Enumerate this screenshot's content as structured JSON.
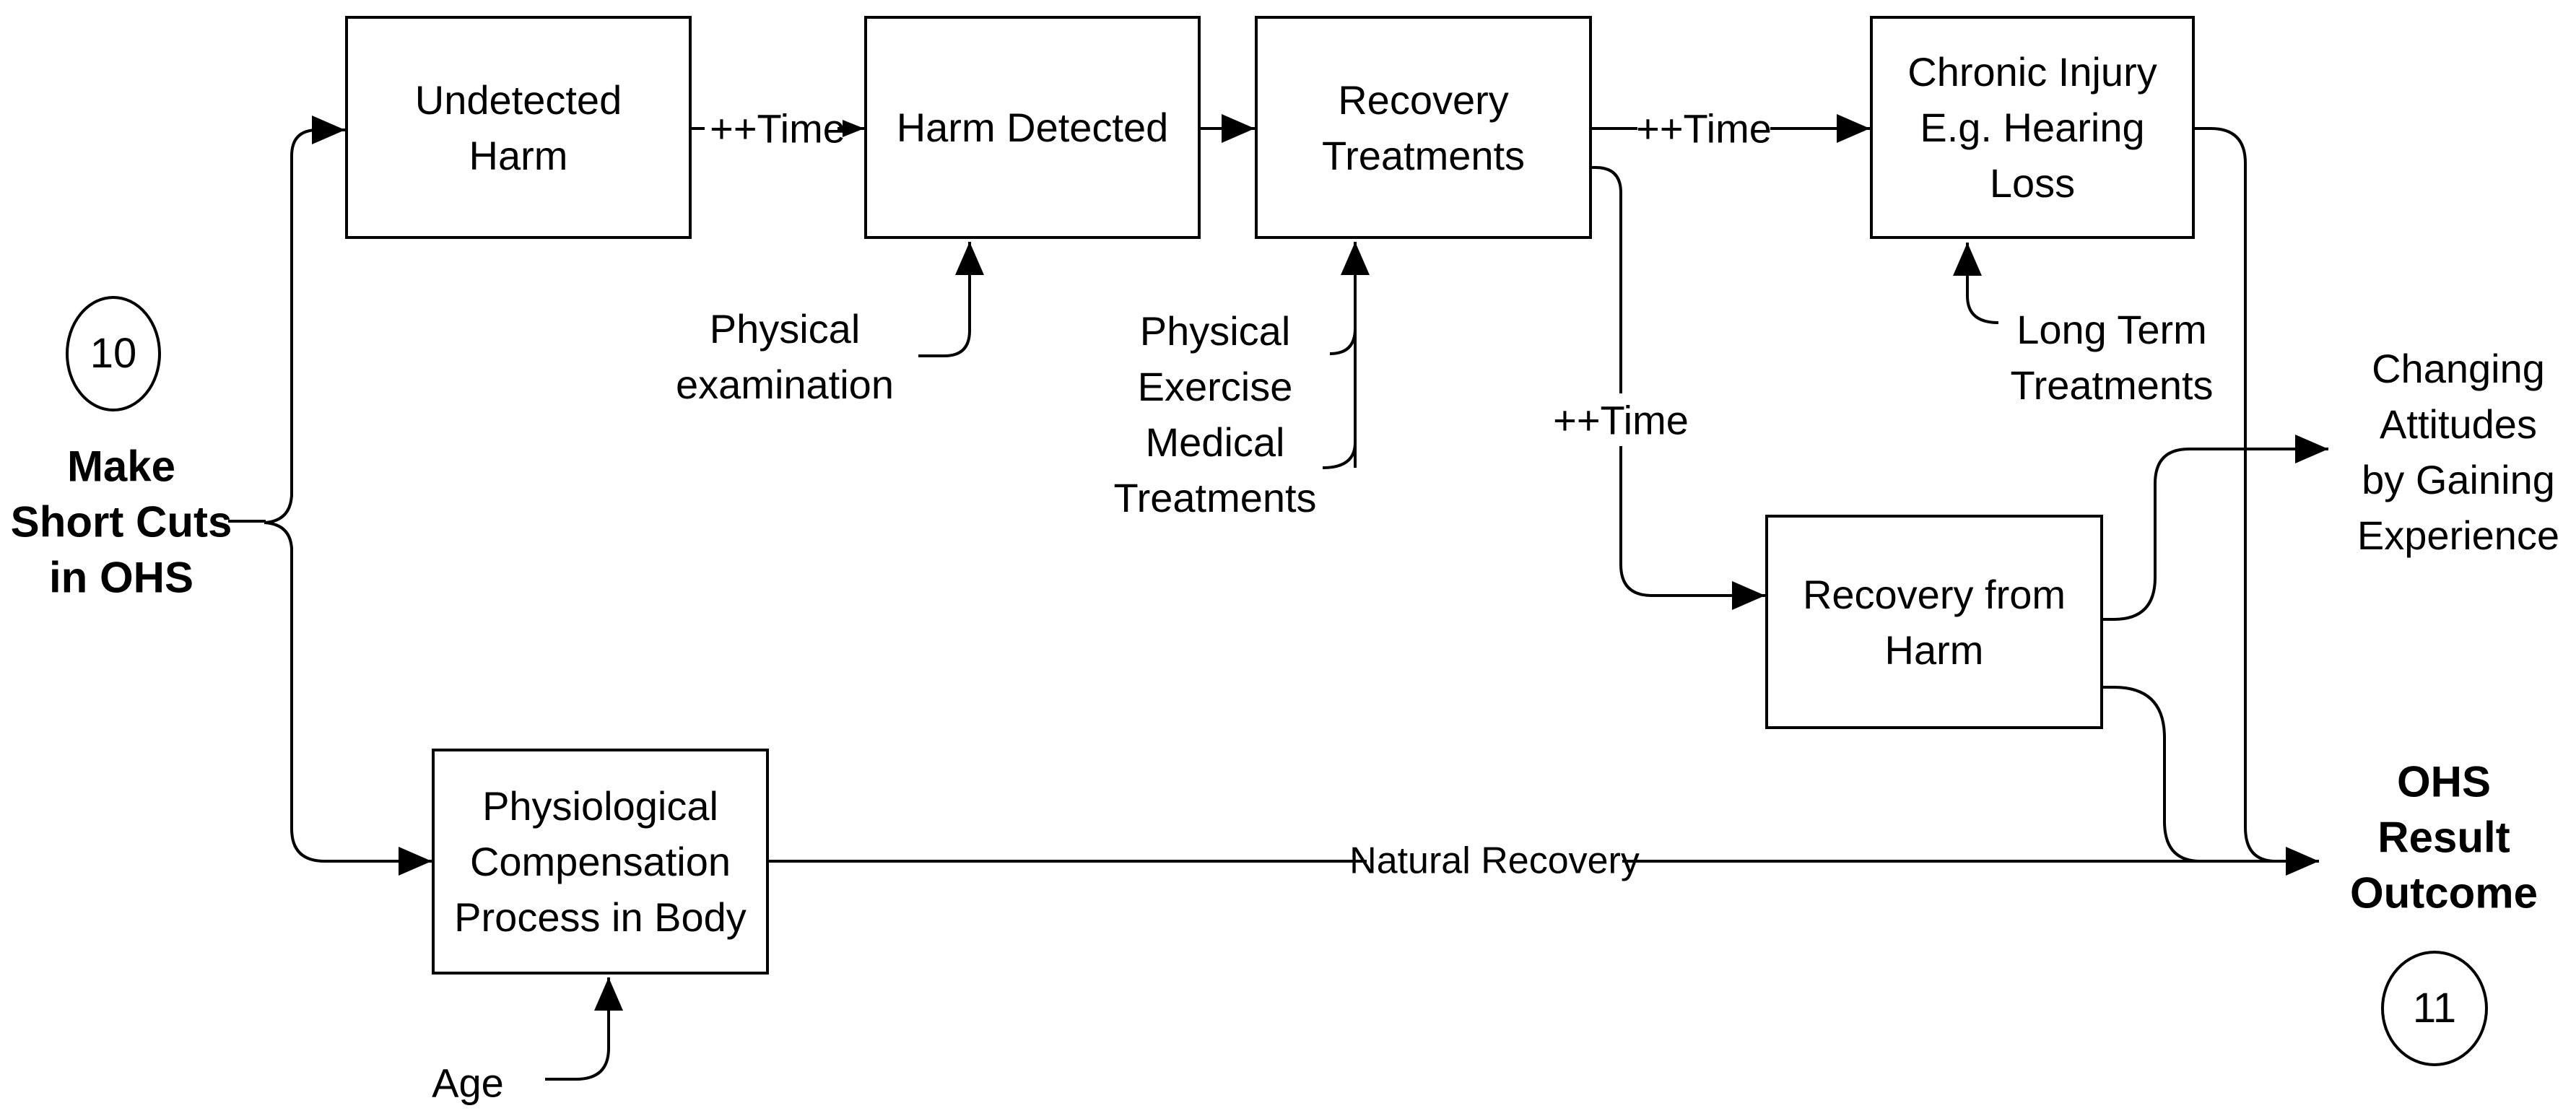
{
  "diagram": {
    "colors": {
      "background": "#ffffff",
      "line": "#000000",
      "text": "#000000"
    },
    "start_circle": {
      "number": "10",
      "label": "Make\nShort Cuts\nin OHS"
    },
    "end_circle": {
      "number": "11",
      "label": "OHS\nResult\nOutcome"
    },
    "nodes": {
      "undetected_harm": "Undetected\nHarm",
      "harm_detected": "Harm Detected",
      "recovery_treatments": "Recovery\nTreatments",
      "chronic_injury": "Chronic Injury\nE.g. Hearing\nLoss",
      "recovery_from_harm": "Recovery from\nHarm",
      "physiological_compensation": "Physiological\nCompensation\nProcess in Body"
    },
    "edge_labels": {
      "time_undetected_to_detected": "++Time",
      "time_treatments_to_chronic": "++Time",
      "time_treatments_to_recovery": "++Time",
      "natural_recovery": "Natural Recovery",
      "physical_examination": "Physical\nexamination",
      "physical_exercise_medical": "Physical\nExercise\nMedical\nTreatments",
      "long_term_treatments": "Long Term\nTreatments",
      "changing_attitudes": "Changing\nAttitudes\nby Gaining\nExperience",
      "age": "Age"
    }
  }
}
